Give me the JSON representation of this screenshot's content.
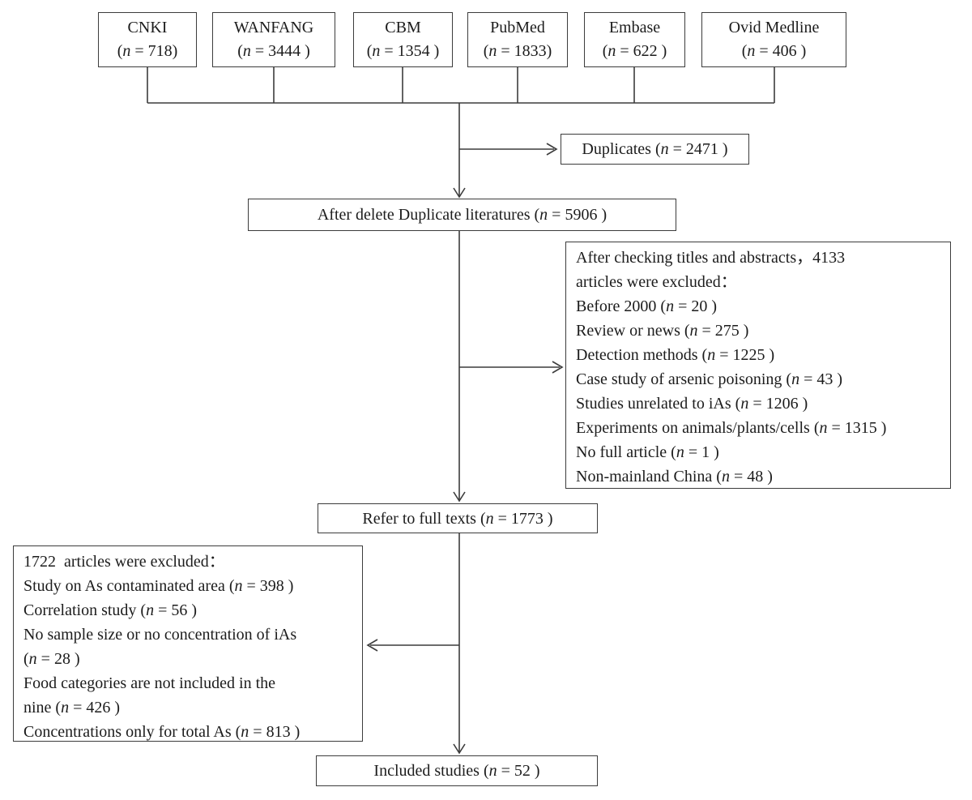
{
  "figure": {
    "background": "#ffffff",
    "line_color": "#3c3c3c",
    "text_color": "#1c1c1c"
  },
  "sources": [
    {
      "name": "CNKI",
      "count": "(n = 718)"
    },
    {
      "name": "WANFANG",
      "count": "(n = 3444 )"
    },
    {
      "name": "CBM",
      "count": "(n = 1354 )"
    },
    {
      "name": "PubMed",
      "count": "(n = 1833)"
    },
    {
      "name": "Embase",
      "count": "(n = 622 )"
    },
    {
      "name": "Ovid Medline",
      "count": "(n = 406 )"
    }
  ],
  "duplicates": {
    "label": "Duplicates (n = 2471 )"
  },
  "after_dedup": {
    "label": "After delete Duplicate literatures (n = 5906 )"
  },
  "title_abstract_exclusion": {
    "lines": [
      "After checking titles and abstracts，4133",
      "articles were excluded：",
      "Before 2000 (n = 20 )",
      "Review or news (n = 275 )",
      "Detection methods (n = 1225 )",
      "Case study of arsenic poisoning (n = 43 )",
      "Studies unrelated to iAs (n = 1206 )",
      "Experiments on animals/plants/cells (n = 1315 )",
      "No full article (n = 1 )",
      "Non-mainland China (n = 48 )"
    ]
  },
  "full_text": {
    "label": "Refer to full texts (n = 1773 )"
  },
  "full_text_exclusion": {
    "lines": [
      "1722  articles were excluded：",
      "Study on As contaminated area (n = 398 )",
      "Correlation study (n = 56 )",
      "No sample size or no concentration of iAs",
      "(n = 28 )",
      "Food categories are not included in the",
      "nine (n = 426 )",
      "Concentrations only for total As (n = 813 )"
    ]
  },
  "included": {
    "label": "Included studies (n = 52 )"
  }
}
